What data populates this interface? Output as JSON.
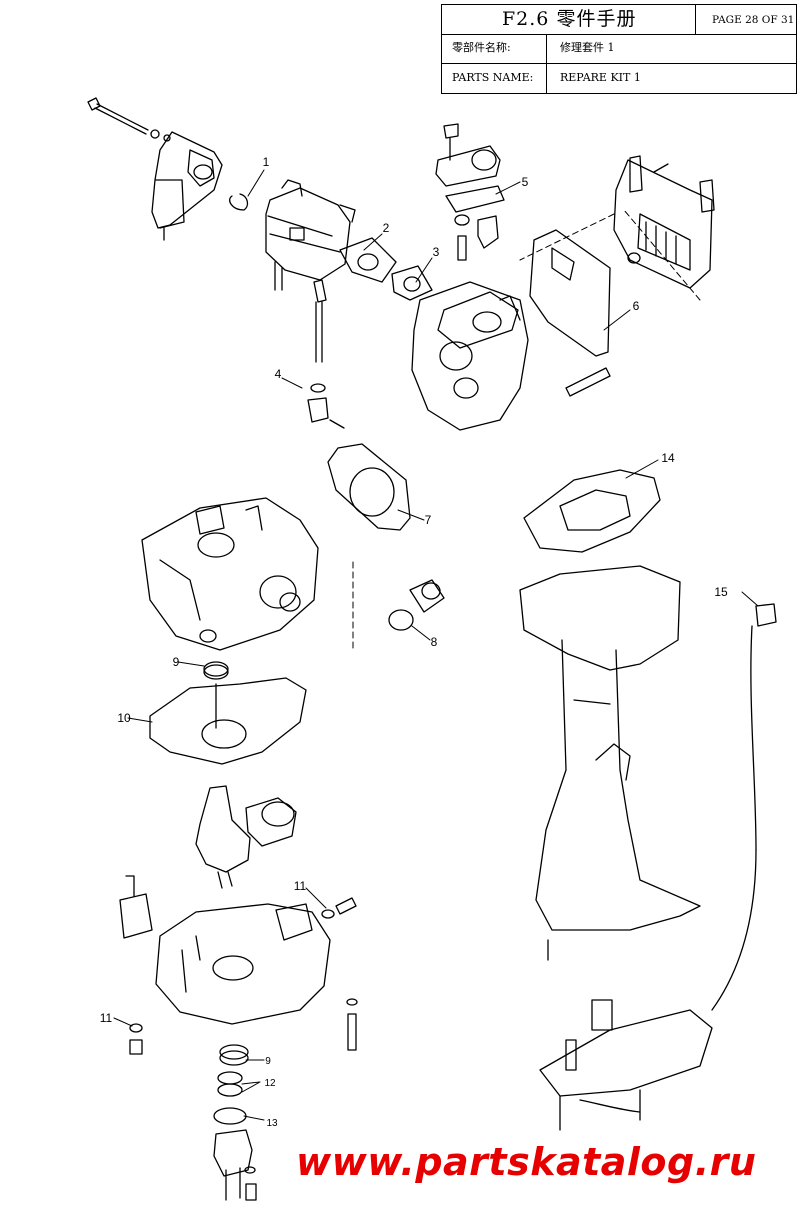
{
  "header": {
    "title": "F2.6 零件手册",
    "page": "PAGE 28 OF 31",
    "parts_name_cn_label": "零部件名称:",
    "parts_name_cn_value": "修理套件 1",
    "parts_name_en_label": "PARTS NAME:",
    "parts_name_en_value": "REPARE KIT 1"
  },
  "callouts": [
    "1",
    "2",
    "3",
    "4",
    "5",
    "6",
    "7",
    "8",
    "9",
    "10",
    "11",
    "11",
    "12",
    "13",
    "14",
    "15",
    "9"
  ],
  "watermark": "www.partskatalog.ru"
}
